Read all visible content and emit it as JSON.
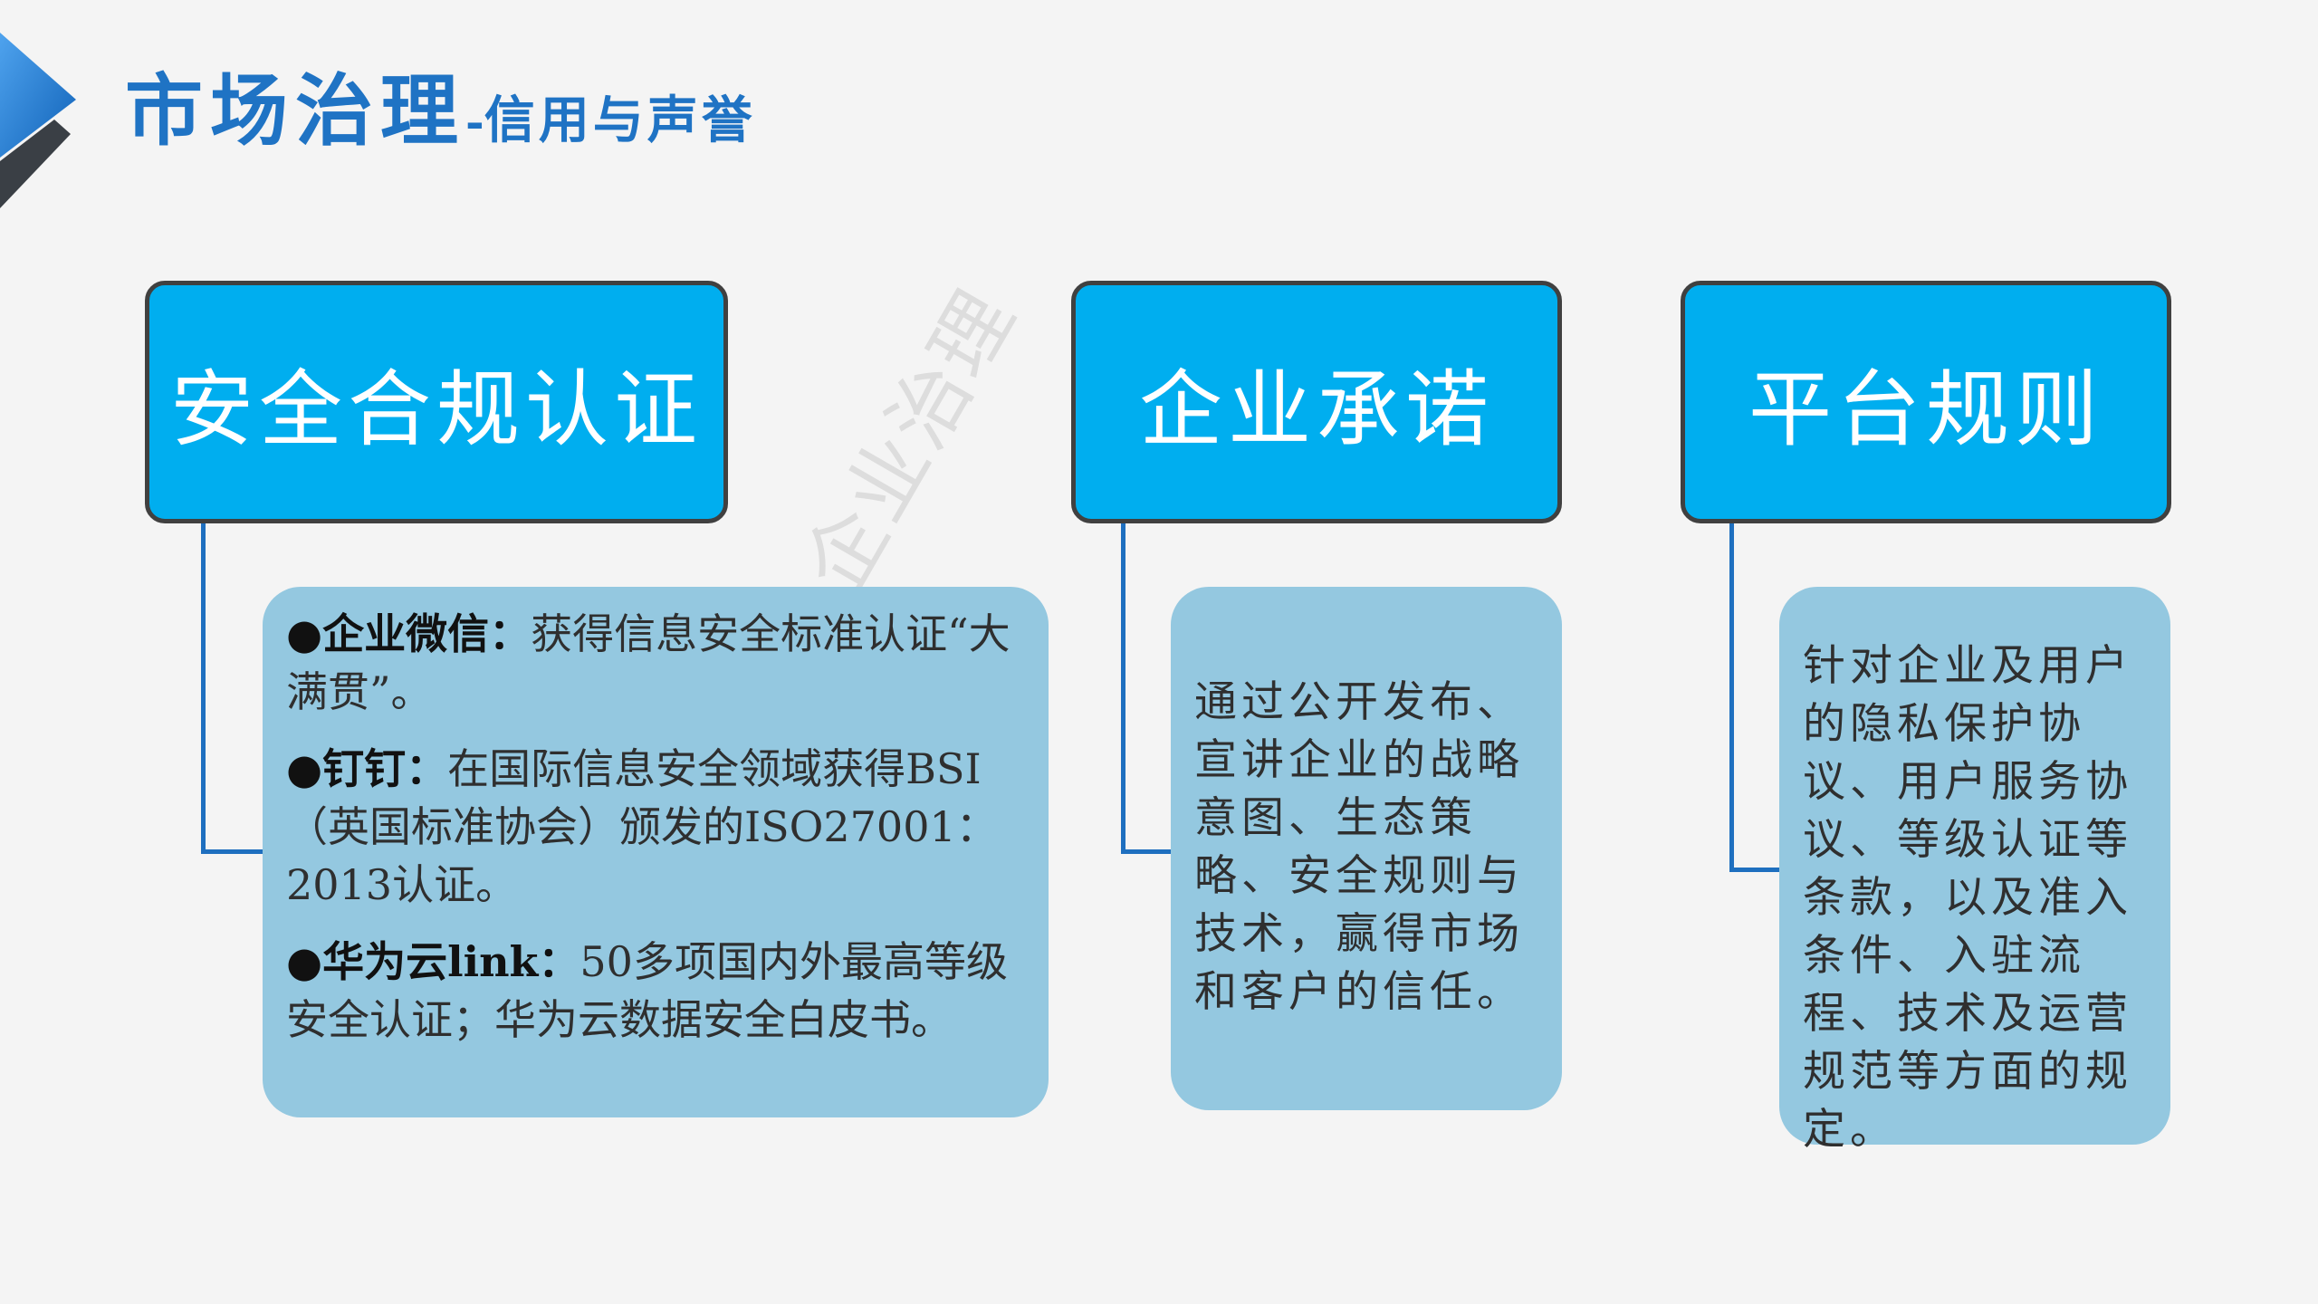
{
  "header": {
    "title_main": "市场治理",
    "title_dash": "-",
    "title_sub": "信用与声誉"
  },
  "watermark": "平台企业治理",
  "columns": [
    {
      "heading": "安全合规认证",
      "bullets": [
        {
          "marker": "●",
          "lead": "企业微信：",
          "text": "获得信息安全标准认证“大满贯”。"
        },
        {
          "marker": "●",
          "lead": "钉钉：",
          "text": "在国际信息安全领域获得BSI（英国标准协会）颁发的ISO27001：2013认证。"
        },
        {
          "marker": "●",
          "lead": "华为云link：",
          "text": "50多项国内外最高等级安全认证；华为云数据安全白皮书。"
        }
      ]
    },
    {
      "heading": "企业承诺",
      "text": "通过公开发布、宣讲企业的战略意图、生态策略、安全规则与技术，赢得市场和客户的信任。"
    },
    {
      "heading": "平台规则",
      "text": "针对企业及用户的隐私保护协议、用户服务协议、等级认证等条款，以及准入条件、入驻流程、技术及运营规范等方面的规定。"
    }
  ],
  "colors": {
    "title": "#1f73c4",
    "heading_box": "#00aeef",
    "heading_border": "#404040",
    "content_box": "#94c8e0",
    "connector": "#1e6fbf"
  }
}
